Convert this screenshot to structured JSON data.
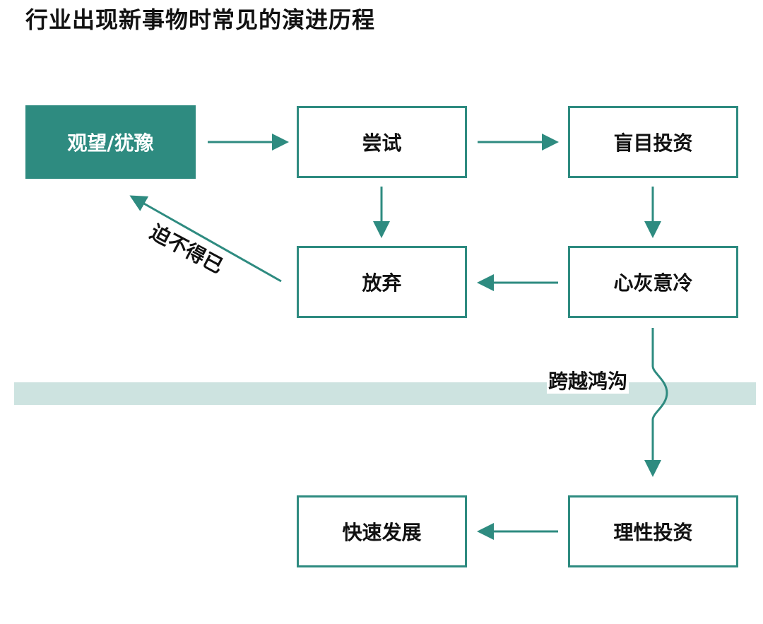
{
  "title": "行业出现新事物时常见的演进历程",
  "colors": {
    "accent": "#2e8b80",
    "chasm_band": "#cde3e0",
    "text": "#111111",
    "filled_text": "#ffffff"
  },
  "nodes": {
    "wait": "观望/犹豫",
    "try": "尝试",
    "blind_invest": "盲目投资",
    "give_up": "放弃",
    "discouraged": "心灰意冷",
    "rational_invest": "理性投资",
    "fast_growth": "快速发展"
  },
  "edge_labels": {
    "forced": "迫不得已",
    "cross_chasm": "跨越鸿沟"
  }
}
